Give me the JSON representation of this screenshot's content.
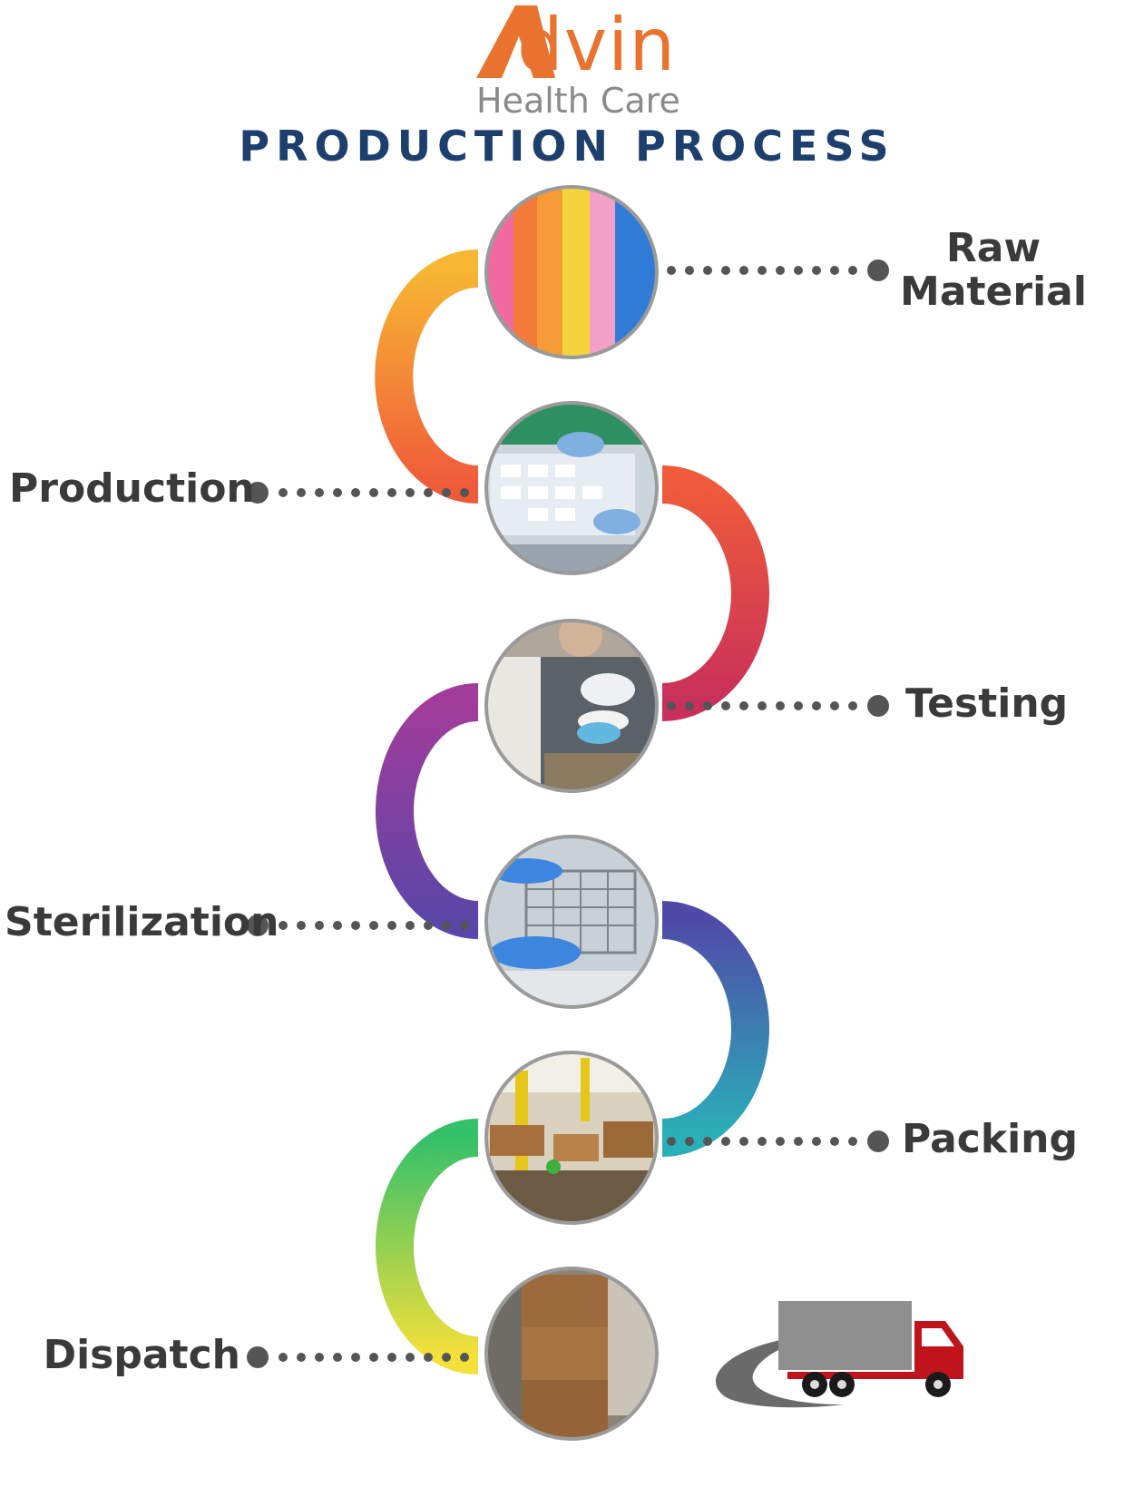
{
  "brand": {
    "logo_letter": "A",
    "name_rest": "dvin",
    "tagline": "Health Care",
    "accent_color": "#e8722e",
    "tagline_color": "#8a8a8a"
  },
  "title": "PRODUCTION PROCESS",
  "title_color": "#1d3f6e",
  "steps": [
    {
      "label": "Raw Material",
      "side": "right",
      "photo": "colorful-nonwoven-fabric-rolls"
    },
    {
      "label": "Production",
      "side": "left",
      "photo": "gloved-hands-packing-trays"
    },
    {
      "label": "Testing",
      "side": "right",
      "photo": "lab-technician-magnifier-lamp"
    },
    {
      "label": "Sterilization",
      "side": "left",
      "photo": "sterilizer-wire-baskets"
    },
    {
      "label": "Packing",
      "side": "right",
      "photo": "warehouse-packing-floor"
    },
    {
      "label": "Dispatch",
      "side": "left",
      "photo": "stacked-cardboard-boxes"
    }
  ],
  "connector_dot_color": "#555555",
  "truck_icon": "delivery-truck-icon"
}
